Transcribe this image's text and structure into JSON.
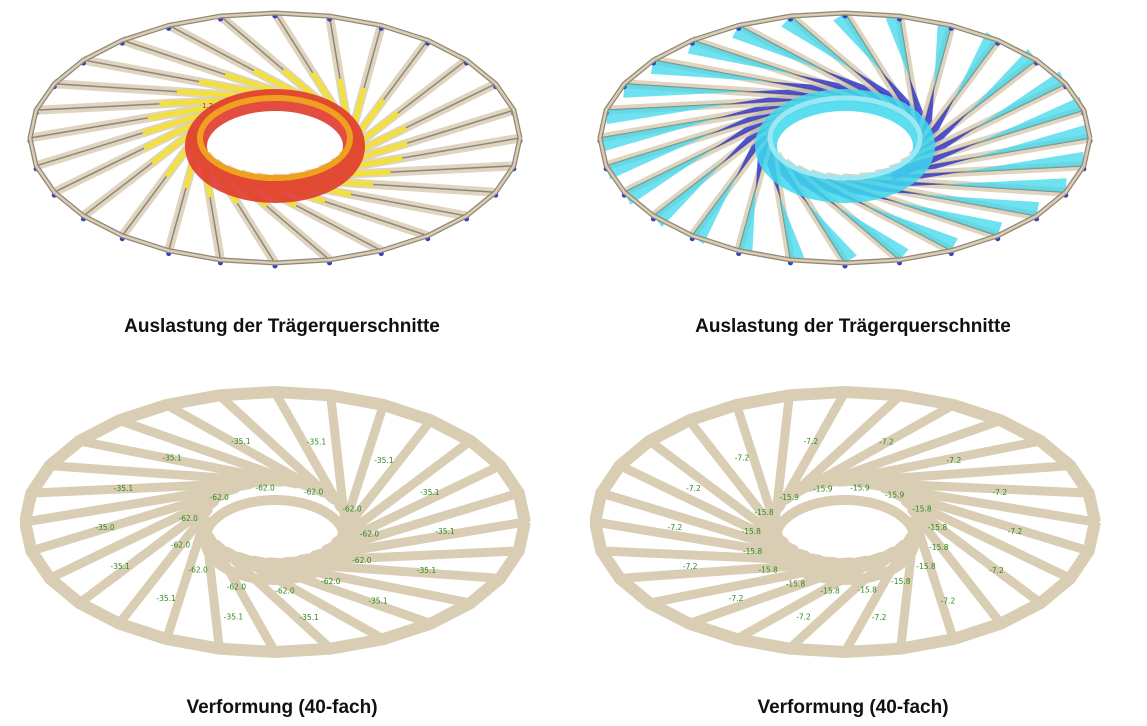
{
  "captions": {
    "top_left": "Auslastung der Trägerquerschnitte",
    "top_right": "Auslastung der Trägerquerschnitte",
    "bottom_left": "Verformung (40-fach)",
    "bottom_right": "Verformung (40-fach)"
  },
  "top_left_marker": "1.2",
  "colors": {
    "beam": "#d9cdb4",
    "beam_edge": "#8f8676",
    "highlight_yellow": "#f2e13a",
    "utilization_red": "#e03a2c",
    "utilization_blue": "#2a2fd0",
    "utilization_cyan": "#3fd8ee",
    "support_blue": "#3340c8",
    "label_green": "#2e8b1e"
  },
  "deformation_left": [
    "-35.1",
    "-35.1",
    "-35.1",
    "-35.1",
    "-35.1",
    "-35.1",
    "-35.1",
    "-35.1",
    "-35.1",
    "-35.1",
    "-35.1",
    "-35.1",
    "-35.1",
    "-35.0",
    "-62.0",
    "-62.0",
    "-62.0",
    "-62.0",
    "-62.0",
    "-62.0",
    "-62.0",
    "-62.0",
    "-62.0",
    "-62.0",
    "-62.0",
    "-62.0"
  ],
  "deformation_right": [
    "-7.2",
    "-7.2",
    "-7.2",
    "-7.2",
    "-7.2",
    "-7.2",
    "-7.2",
    "-7.2",
    "-7.2",
    "-7.2",
    "-7.2",
    "-7.2",
    "-7.2",
    "-7.2",
    "-15.9",
    "-15.9",
    "-15.9",
    "-15.9",
    "-15.8",
    "-15.8",
    "-15.8",
    "-15.8",
    "-15.8",
    "-15.8",
    "-15.8",
    "-15.8",
    "-15.8",
    "-15.8",
    "-15.8",
    "-15.8"
  ]
}
